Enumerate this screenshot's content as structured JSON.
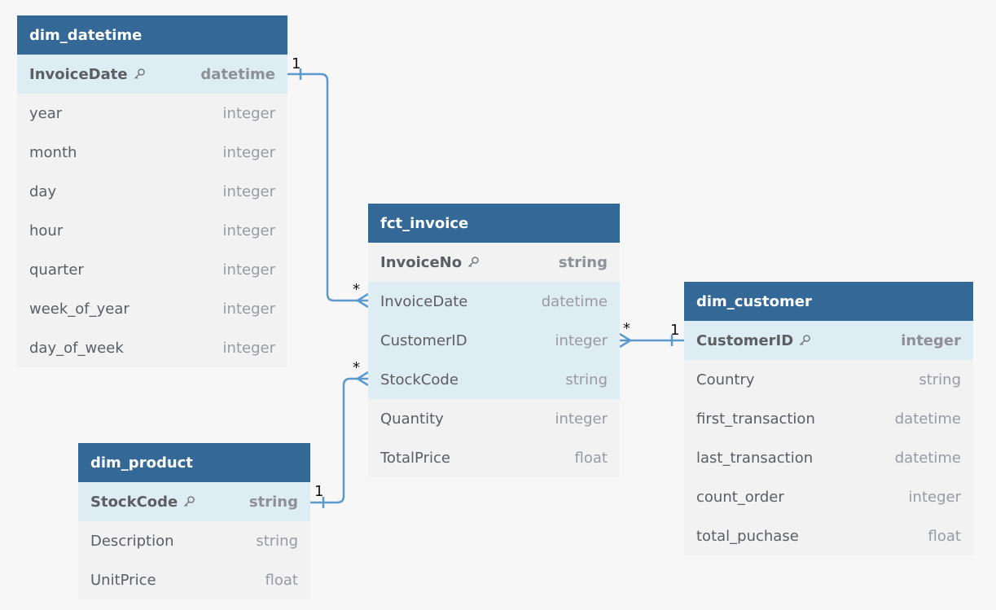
{
  "entities": {
    "dim_datetime": {
      "name": "dim_datetime",
      "fields": [
        {
          "name": "InvoiceDate",
          "type": "datetime",
          "key": true
        },
        {
          "name": "year",
          "type": "integer",
          "key": false
        },
        {
          "name": "month",
          "type": "integer",
          "key": false
        },
        {
          "name": "day",
          "type": "integer",
          "key": false
        },
        {
          "name": "hour",
          "type": "integer",
          "key": false
        },
        {
          "name": "quarter",
          "type": "integer",
          "key": false
        },
        {
          "name": "week_of_year",
          "type": "integer",
          "key": false
        },
        {
          "name": "day_of_week",
          "type": "integer",
          "key": false
        }
      ]
    },
    "fct_invoice": {
      "name": "fct_invoice",
      "fields": [
        {
          "name": "InvoiceNo",
          "type": "string",
          "key": true
        },
        {
          "name": "InvoiceDate",
          "type": "datetime",
          "key": false
        },
        {
          "name": "CustomerID",
          "type": "integer",
          "key": false
        },
        {
          "name": "StockCode",
          "type": "string",
          "key": false
        },
        {
          "name": "Quantity",
          "type": "integer",
          "key": false
        },
        {
          "name": "TotalPrice",
          "type": "float",
          "key": false
        }
      ]
    },
    "dim_customer": {
      "name": "dim_customer",
      "fields": [
        {
          "name": "CustomerID",
          "type": "integer",
          "key": true
        },
        {
          "name": "Country",
          "type": "string",
          "key": false
        },
        {
          "name": "first_transaction",
          "type": "datetime",
          "key": false
        },
        {
          "name": "last_transaction",
          "type": "datetime",
          "key": false
        },
        {
          "name": "count_order",
          "type": "integer",
          "key": false
        },
        {
          "name": "total_puchase",
          "type": "float",
          "key": false
        }
      ]
    },
    "dim_product": {
      "name": "dim_product",
      "fields": [
        {
          "name": "StockCode",
          "type": "string",
          "key": true
        },
        {
          "name": "Description",
          "type": "string",
          "key": false
        },
        {
          "name": "UnitPrice",
          "type": "float",
          "key": false
        }
      ]
    }
  },
  "relationships": [
    {
      "from": "dim_datetime",
      "from_field": "InvoiceDate",
      "from_card": "1",
      "to": "fct_invoice",
      "to_field": "InvoiceDate",
      "to_card": "*"
    },
    {
      "from": "dim_customer",
      "from_field": "CustomerID",
      "from_card": "1",
      "to": "fct_invoice",
      "to_field": "CustomerID",
      "to_card": "*"
    },
    {
      "from": "dim_product",
      "from_field": "StockCode",
      "from_card": "1",
      "to": "fct_invoice",
      "to_field": "StockCode",
      "to_card": "*"
    }
  ],
  "colors": {
    "header_bg": "#346896",
    "connector": "#5b98cb"
  },
  "icons": {
    "primary_key": "key-icon"
  }
}
